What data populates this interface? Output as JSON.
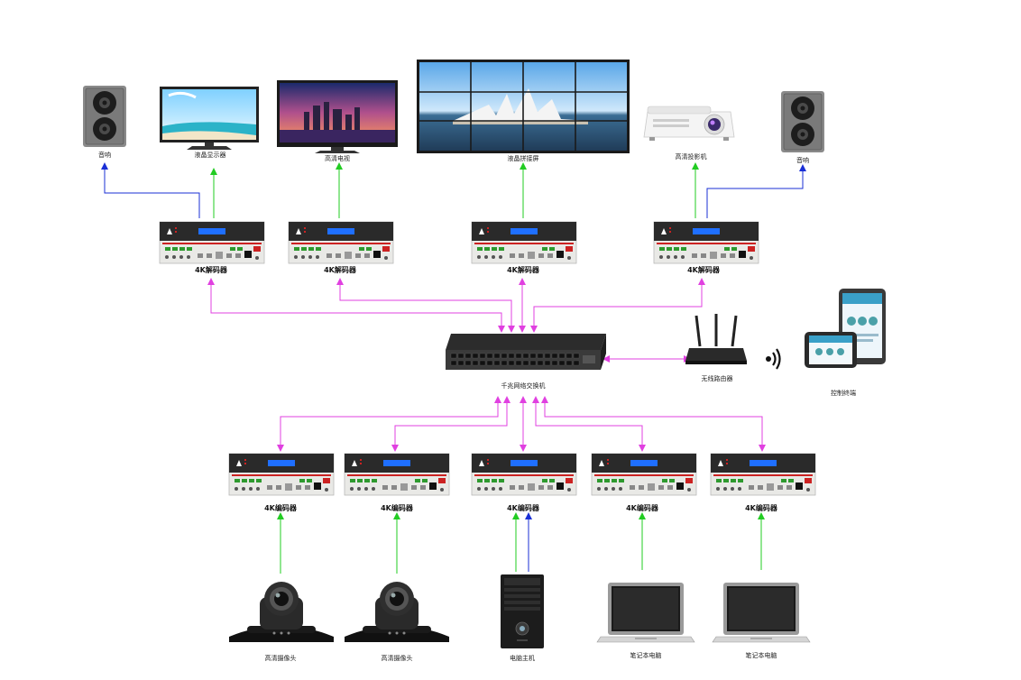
{
  "labels": {
    "speaker_left": "音响",
    "lcd_monitor": "液晶显示器",
    "hd_tv": "高清电视",
    "video_wall": "液晶拼接屏",
    "hd_projector": "高清投影机",
    "speaker_right": "音响",
    "switch": "千兆网络交换机",
    "wireless_router": "无线路由器",
    "control_terminal": "控制终端",
    "hd_camera": "高清摄像头",
    "pc_host": "电脑主机",
    "laptop": "笔记本电脑"
  },
  "decoders": [
    "4K解码器",
    "4K解码器",
    "4K解码器",
    "4K解码器"
  ],
  "encoders": [
    "4K编码器",
    "4K编码器",
    "4K编码器",
    "4K编码器",
    "4K编码器"
  ],
  "colors": {
    "network_link": "#e040e0",
    "video_link": "#22cc22",
    "audio_link": "#1a2fd6",
    "device_panel": "#e9e9e6",
    "device_topbar": "#2a2a2a",
    "device_screen": "#1f6fff"
  }
}
